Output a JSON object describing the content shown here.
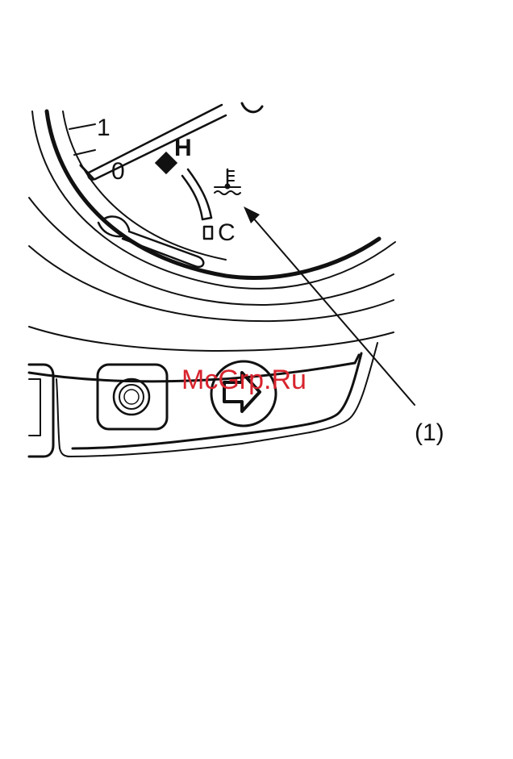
{
  "gauge": {
    "tach_mark_one": "1",
    "tach_mark_zero": "0",
    "hot_label": "H",
    "cold_label": "C",
    "temp_icon": "coolant-temperature-icon",
    "hazard_icon": "hazard-arrow-icon",
    "knob_icon": "reset-knob-icon"
  },
  "callout": {
    "label": "(1)"
  },
  "watermark": {
    "text": "McGrp.Ru",
    "color": "#d8242e"
  }
}
